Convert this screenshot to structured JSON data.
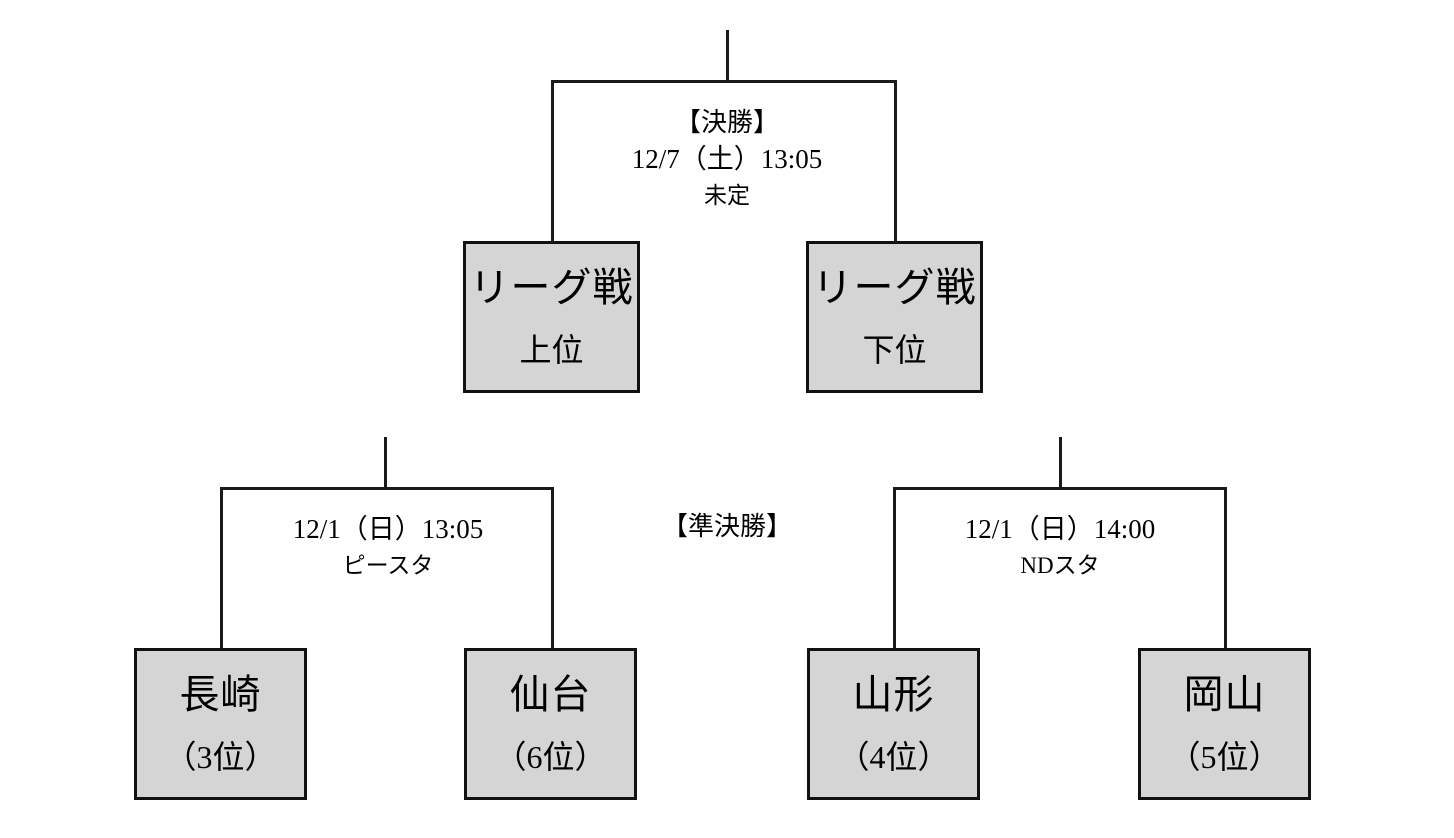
{
  "diagram": {
    "type": "tournament-bracket",
    "title_text": "",
    "colors": {
      "box_fill": "#d5d5d5",
      "box_border": "#111111",
      "line": "#1a1a1a",
      "background": "#ffffff",
      "text": "#000000"
    }
  },
  "final": {
    "round_label": "【決勝】",
    "datetime": "12/7（土）13:05",
    "venue": "未定",
    "slots": [
      {
        "name": "リーグ戦",
        "sub": "上位"
      },
      {
        "name": "リーグ戦",
        "sub": "下位"
      }
    ]
  },
  "semifinal": {
    "round_label": "【準決勝】",
    "matches": [
      {
        "datetime": "12/1（日）13:05",
        "venue": "ピースタ",
        "teams": [
          {
            "name": "長崎",
            "sub": "（3位）"
          },
          {
            "name": "仙台",
            "sub": "（6位）"
          }
        ]
      },
      {
        "datetime": "12/1（日）14:00",
        "venue": "NDスタ",
        "teams": [
          {
            "name": "山形",
            "sub": "（4位）"
          },
          {
            "name": "岡山",
            "sub": "（5位）"
          }
        ]
      }
    ]
  }
}
